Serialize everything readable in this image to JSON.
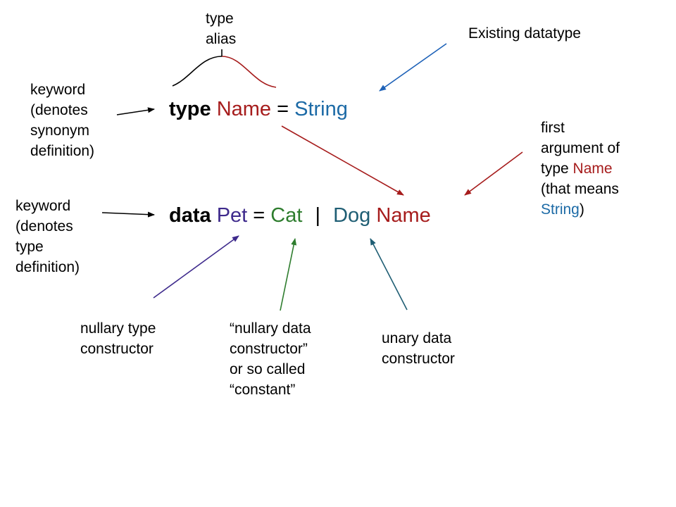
{
  "colors": {
    "name": "#a61c1c",
    "string": "#1c6aa6",
    "pet": "#3e2a8c",
    "cat": "#2e7d2e",
    "dog": "#1f5e74",
    "black": "#000000",
    "blue_arrow": "#1e62b8"
  },
  "code_type": {
    "keyword": "type",
    "name": "Name",
    "eq": "=",
    "string": "String"
  },
  "code_data": {
    "keyword": "data",
    "pet": "Pet",
    "eq": "=",
    "cat": "Cat",
    "bar": "|",
    "dog": "Dog",
    "name": "Name"
  },
  "annotations": {
    "type_alias": [
      "type",
      "alias"
    ],
    "existing_datatype": "Existing datatype",
    "keyword_synonym": [
      "keyword",
      "(denotes",
      "synonym",
      "definition)"
    ],
    "keyword_type": [
      "keyword",
      "(denotes",
      "type",
      "definition)"
    ],
    "first_argument": {
      "line1": "first",
      "line2": "argument of",
      "line3_prefix": "type ",
      "line3_name": "Name",
      "line4": "(that means",
      "line5_string": "String",
      "line5_suffix": ")"
    },
    "nullary_type": [
      "nullary type",
      "constructor"
    ],
    "nullary_data": [
      "“nullary data",
      "constructor”",
      "or so called",
      "“constant”"
    ],
    "unary_data": [
      "unary data",
      "constructor"
    ]
  }
}
